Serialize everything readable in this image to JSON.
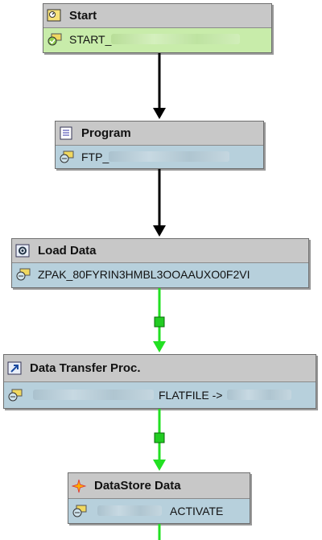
{
  "nodes": [
    {
      "id": "start",
      "title": "Start",
      "row_text": "START_",
      "row_suffix": "",
      "icon": "start-flag-icon",
      "row_icon": "check-process-icon"
    },
    {
      "id": "program",
      "title": "Program",
      "row_text": "FTP_",
      "row_suffix": "",
      "icon": "program-list-icon",
      "row_icon": "process-variant-icon"
    },
    {
      "id": "load",
      "title": "Load Data",
      "row_text": "ZPAK_80FYRIN3HMBL3OOAAUXO0F2VI",
      "row_suffix": "",
      "icon": "gear-icon",
      "row_icon": "process-variant-icon"
    },
    {
      "id": "dtp",
      "title": "Data Transfer Proc.",
      "row_text": "",
      "row_suffix": "FLATFILE ->",
      "icon": "dtp-arrow-icon",
      "row_icon": "process-variant-icon"
    },
    {
      "id": "dso",
      "title": "DataStore Data",
      "row_text": "",
      "row_suffix": "ACTIVATE",
      "icon": "spark-icon",
      "row_icon": "process-variant-icon"
    }
  ],
  "colors": {
    "start_row": "#c8ecaa",
    "row": "#b7d0dc",
    "header": "#c8c8c8",
    "link_black": "#000000",
    "link_green": "#22e022",
    "connector_square": "#22cc22"
  }
}
